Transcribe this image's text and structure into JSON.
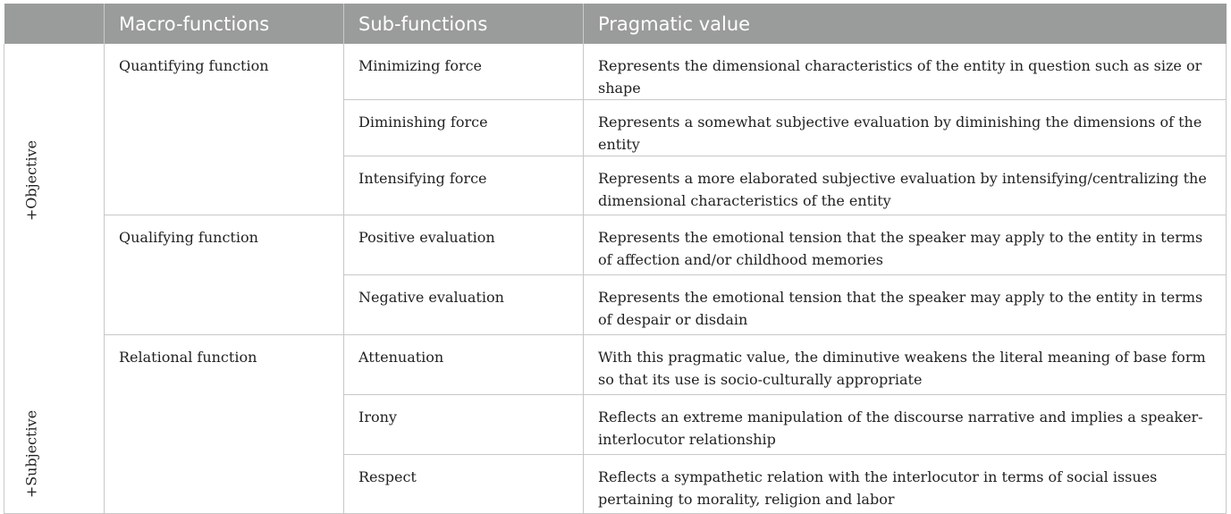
{
  "headers": [
    "",
    "Macro-functions",
    "Sub-functions",
    "Pragmatic value"
  ],
  "axis_labels": {
    "objective": "+Objective",
    "subjective": "+Subjective"
  },
  "rows": [
    {
      "macro": "Quantifying function",
      "sub": "Minimizing force",
      "value": "Represents the dimensional characteristics of the entity in question such as size or shape"
    },
    {
      "macro": "",
      "sub": "Diminishing force",
      "value": "Represents a somewhat subjective evaluation by diminishing the dimensions of the entity"
    },
    {
      "macro": "",
      "sub": "Intensifying force",
      "value": "Represents a more elaborated subjective evaluation by intensifying/centralizing the dimensional characteristics of the entity"
    },
    {
      "macro": "Qualifying function",
      "sub": "Positive evaluation",
      "value": "Represents the emotional tension that the speaker may apply to the entity in terms of affection and/or childhood memories"
    },
    {
      "macro": "",
      "sub": "Negative evaluation",
      "value": "Represents the emotional tension that the speaker may apply to the entity in terms of despair or disdain"
    },
    {
      "macro": "Relational function",
      "sub": "Attenuation",
      "value": "With this pragmatic value, the diminutive weakens the literal meaning of base form so that its use is socio-culturally appropriate"
    },
    {
      "macro": "",
      "sub": "Irony",
      "value": "Reflects an extreme manipulation of the discourse narrative and implies a speaker-interlocutor relationship"
    },
    {
      "macro": "",
      "sub": "Respect",
      "value": "Reflects a sympathetic relation with the interlocutor in terms of social issues pertaining to morality, religion and labor"
    }
  ]
}
